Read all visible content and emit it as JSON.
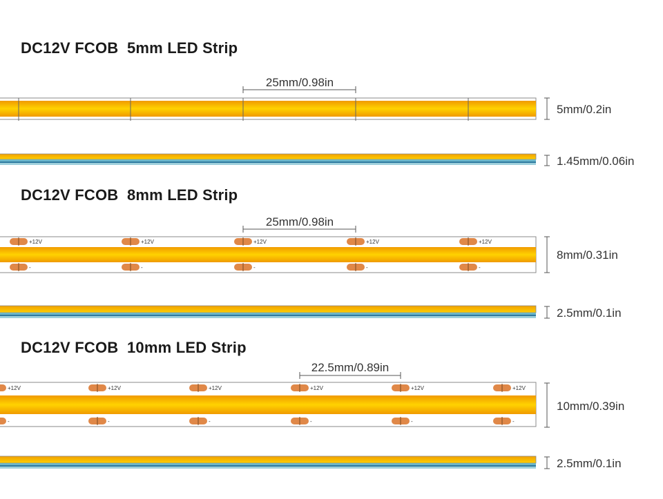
{
  "colors": {
    "strip_yellow": "#f8c200",
    "strip_orange": "#f0a000",
    "side_blue": "#2f7aa0",
    "side_teal": "#6db6c8",
    "pad_copper": "#e08848",
    "outline": "#8a8a8a",
    "text": "#333333"
  },
  "sections": [
    {
      "title": "DC12V FCOB  5mm LED Strip",
      "cut_length_label": "25mm/0.98in",
      "width_label": "5mm/0.2in",
      "thickness_label": "1.45mm/0.06in",
      "has_pads": false
    },
    {
      "title": "DC12V FCOB  8mm LED Strip",
      "cut_length_label": "25mm/0.98in",
      "width_label": "8mm/0.31in",
      "thickness_label": "2.5mm/0.1in",
      "has_pads": true,
      "pad_positive_label": "+12V",
      "pad_negative_label": "-"
    },
    {
      "title": "DC12V FCOB  10mm LED Strip",
      "cut_length_label": "22.5mm/0.89in",
      "width_label": "10mm/0.39in",
      "thickness_label": "2.5mm/0.1in",
      "has_pads": true,
      "pad_positive_label": "+12V",
      "pad_negative_label": "-"
    }
  ]
}
